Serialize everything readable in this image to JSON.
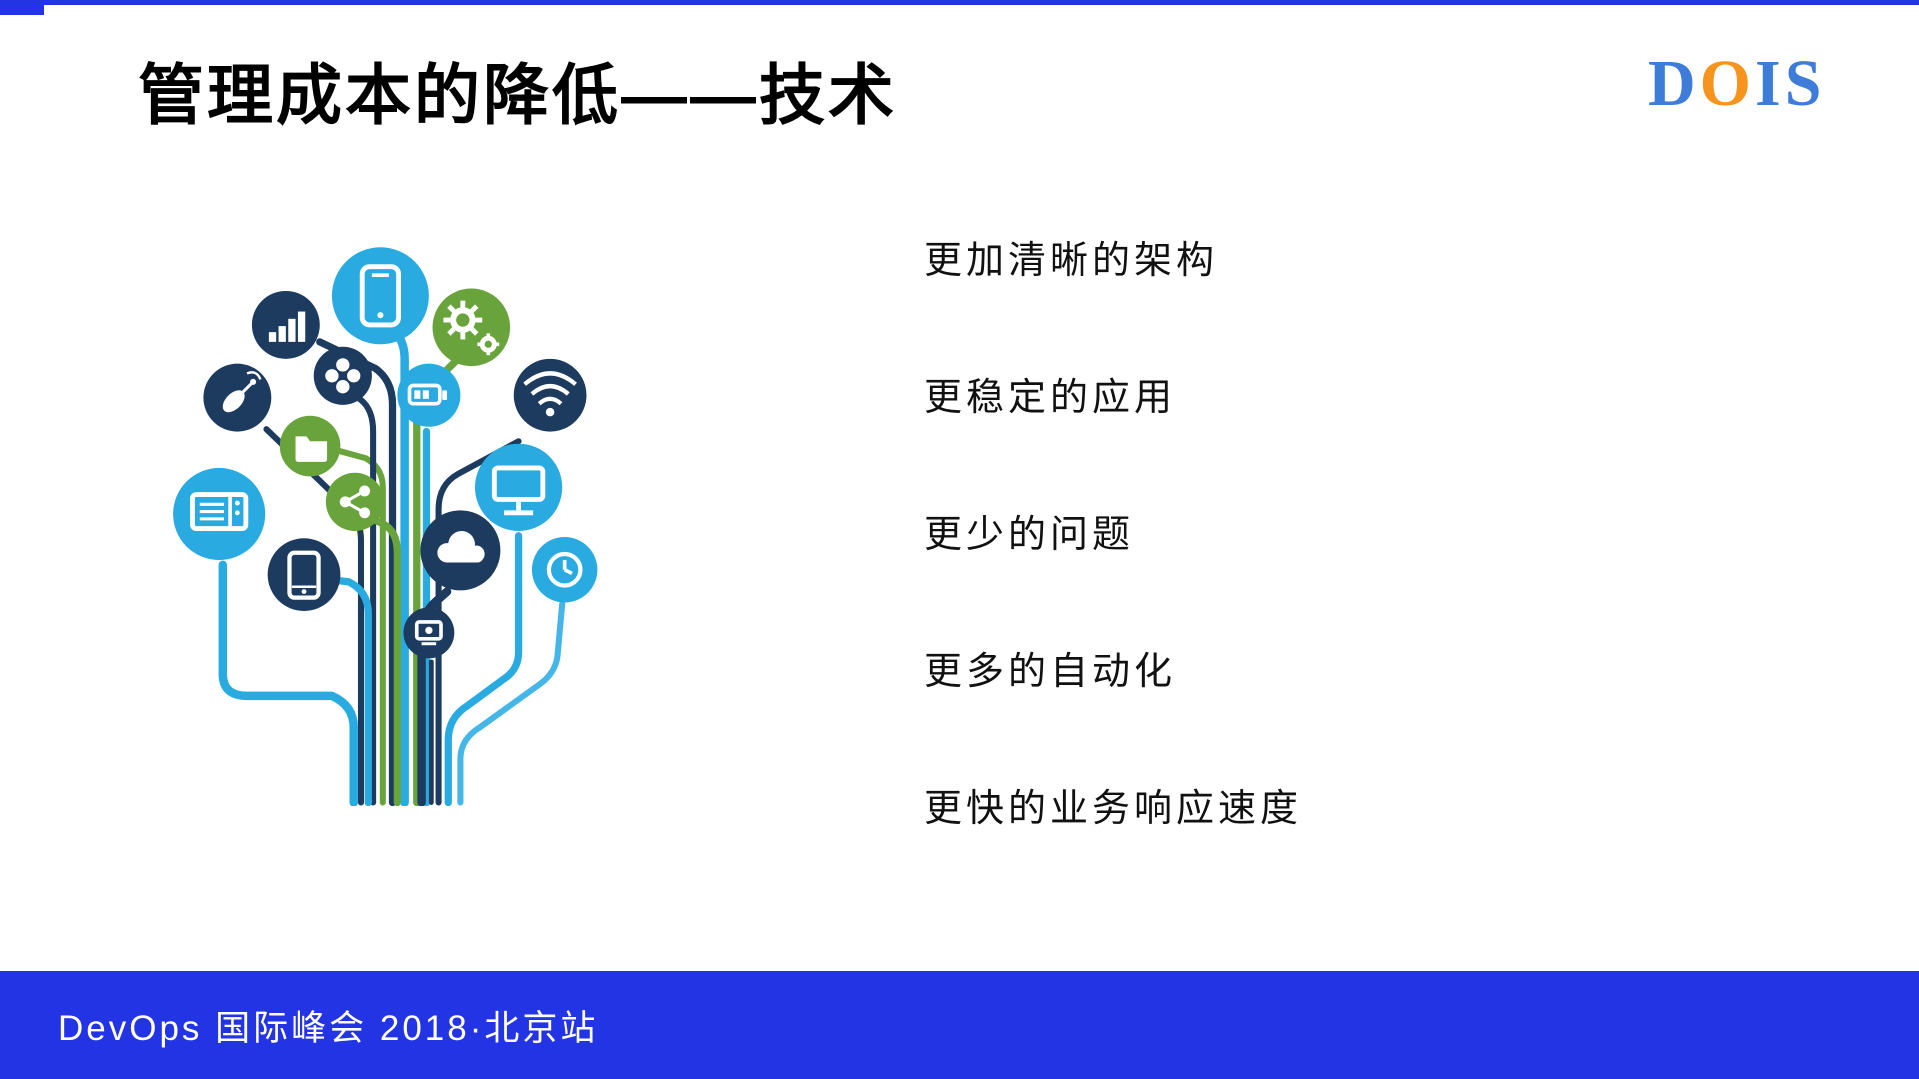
{
  "slide": {
    "title": "管理成本的降低——技术",
    "logo": {
      "text": "DOIS",
      "letters": [
        {
          "char": "D",
          "color": "#3d7cd8"
        },
        {
          "char": "O",
          "color": "#f7941e"
        },
        {
          "char": "I",
          "color": "#3d7cd8"
        },
        {
          "char": "S",
          "color": "#3d7cd8"
        }
      ]
    },
    "bullets": [
      "更加清晰的架构",
      "更稳定的应用",
      "更少的问题",
      "更多的自动化",
      "更快的业务响应速度"
    ],
    "footer": {
      "text": "DevOps 国际峰会 2018·北京站",
      "background": "#2334e4"
    },
    "accent": {
      "strip_color": "#2334e4"
    },
    "illustration": {
      "label": "technology-tree",
      "colors": {
        "blue": "#29abe2",
        "light_blue": "#45b6e8",
        "navy": "#1c3b5e",
        "green": "#68a43b"
      },
      "icons": [
        "bar-chart",
        "smartphone",
        "gears",
        "satellite-dish",
        "fan",
        "battery",
        "wifi",
        "folder",
        "tv",
        "share-nodes",
        "desktop-monitor",
        "mobile-phone",
        "cloud",
        "clock",
        "webcam"
      ]
    }
  }
}
